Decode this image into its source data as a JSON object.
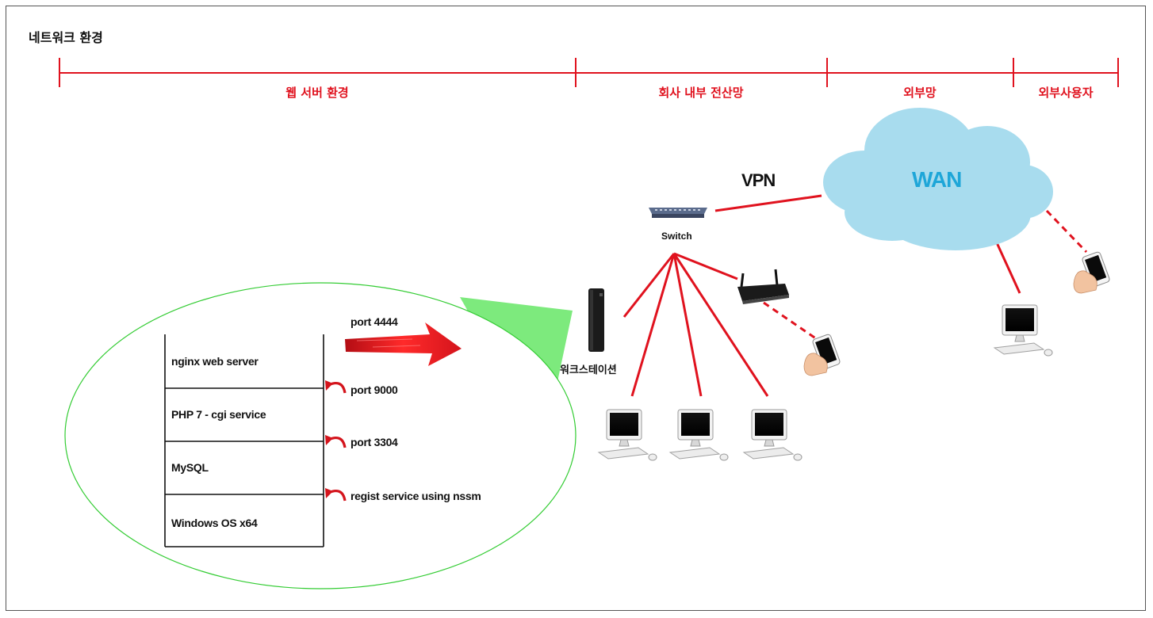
{
  "title": "네트워크 환경",
  "segments": [
    {
      "label": "웹 서버 환경"
    },
    {
      "label": "회사 내부 전산망"
    },
    {
      "label": "외부망"
    },
    {
      "label": "외부사용자"
    }
  ],
  "labels": {
    "vpn": "VPN",
    "wan": "WAN",
    "switch": "Switch",
    "workstation": "워크스테이션"
  },
  "stack": {
    "layers": [
      "nginx web server",
      "PHP 7 - cgi service",
      "MySQL",
      "Windows OS x64"
    ],
    "ports": [
      "port 4444",
      "port 9000",
      "port 3304",
      "regist service using nssm"
    ]
  },
  "colors": {
    "accent": "#e0121e",
    "cloud": "#a8dcee",
    "wan_text": "#1ea6d8",
    "highlight": "#7dea7d",
    "ellipse": "#33cc33"
  }
}
